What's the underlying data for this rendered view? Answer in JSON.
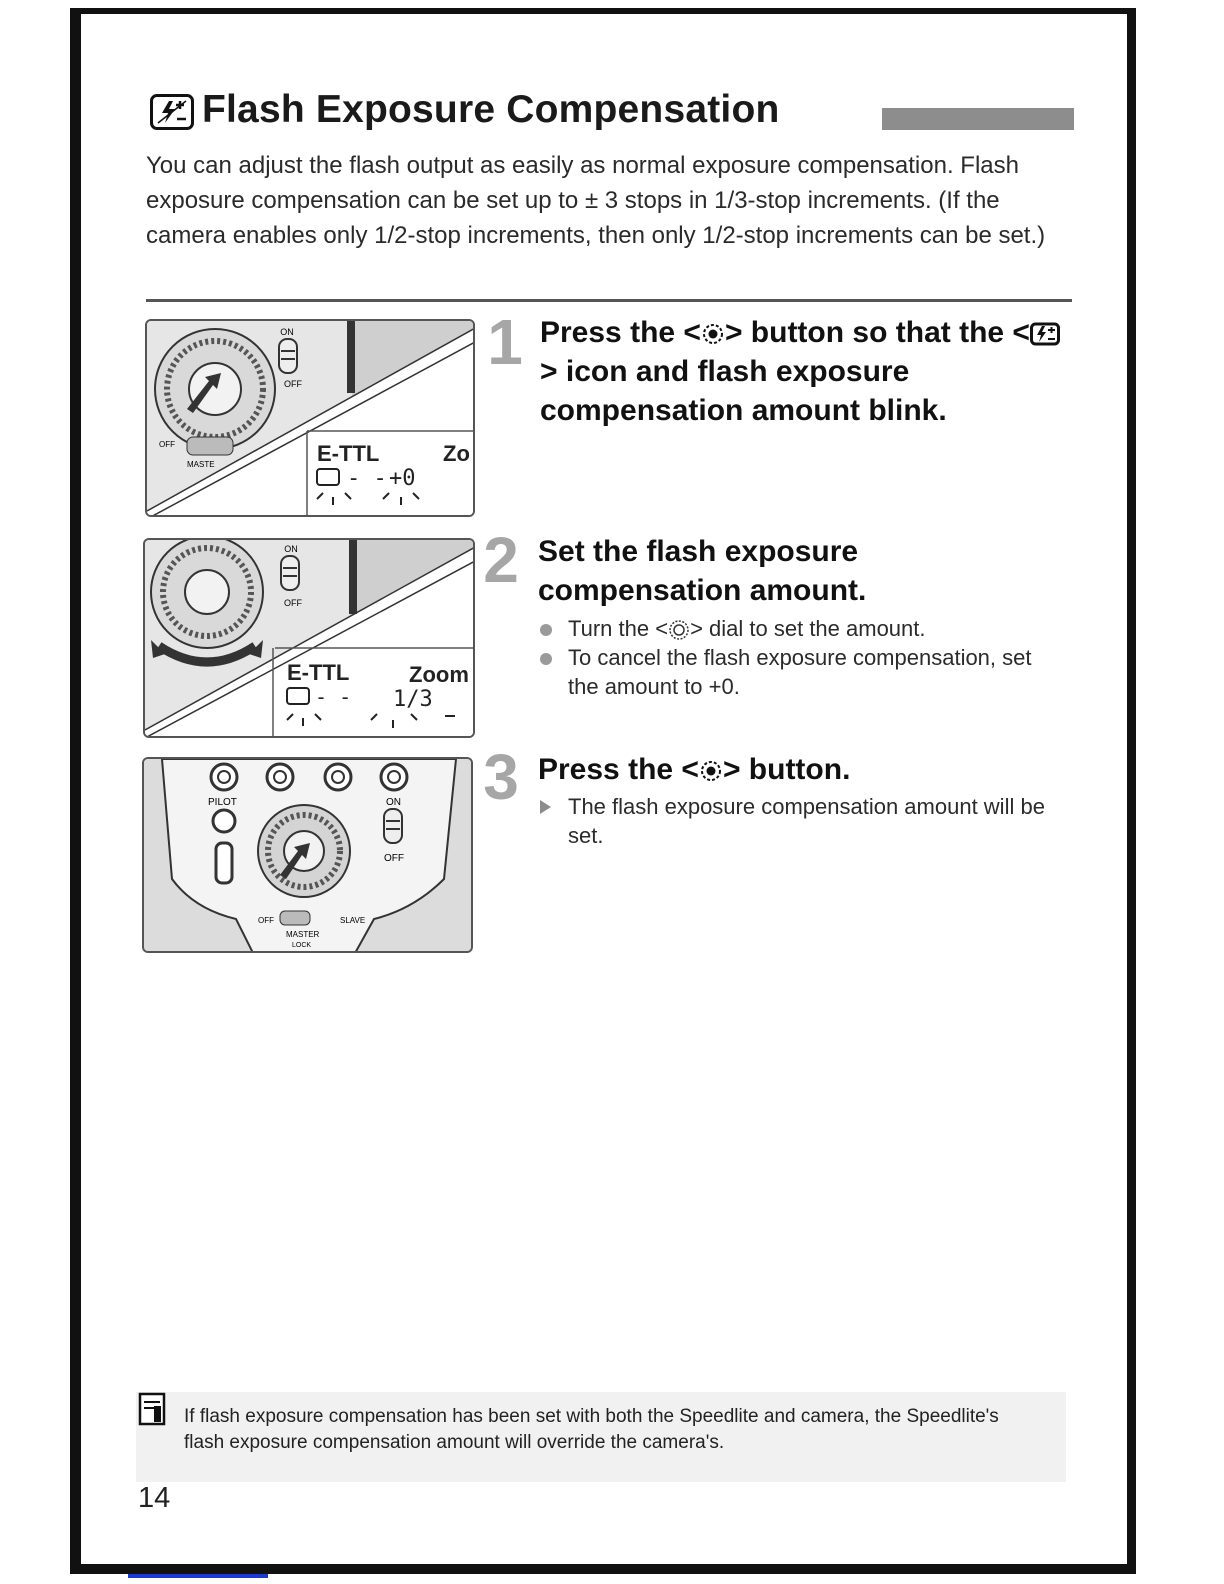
{
  "title": "Flash Exposure Compensation",
  "intro": "You can adjust the flash output as easily as normal exposure compensation. Flash exposure compensation can be set up to ± 3 stops in 1/3-stop increments. (If the camera enables only 1/2-stop increments, then only 1/2-stop increments can be set.)",
  "steps": [
    {
      "number": "1",
      "heading_a": "Press the <",
      "heading_b": "> button so that the <",
      "heading_c": "> icon and flash exposure compensation amount blink.",
      "figure_lcd": {
        "mode": "E-TTL",
        "zoom": "Zo",
        "value": "+0"
      }
    },
    {
      "number": "2",
      "heading": "Set the flash exposure compensation amount.",
      "bullets": [
        {
          "a": "Turn the <",
          "b": "> dial to set the amount."
        },
        {
          "a": "To cancel the flash exposure compensation, set the amount to +0.",
          "b": ""
        }
      ],
      "figure_lcd": {
        "mode": "E-TTL",
        "zoom": "Zoom",
        "value": "1/3"
      }
    },
    {
      "number": "3",
      "heading_a": "Press the <",
      "heading_b": "> button.",
      "result": "The flash exposure compensation amount will be set.",
      "figure_labels": {
        "pilot": "PILOT",
        "on": "ON",
        "off": "OFF",
        "off_left": "OFF",
        "slave": "SLAVE",
        "master": "MASTER",
        "lock": "LOCK"
      }
    }
  ],
  "switch_labels": {
    "on": "ON",
    "off": "OFF",
    "off_left": "OFF",
    "master": "MASTE"
  },
  "note": "If flash exposure compensation has been set with both the Speedlite and camera, the Speedlite's flash exposure compensation amount will override the camera's.",
  "page_number": "14",
  "colors": {
    "frame": "#111111",
    "step_number": "#a6a6a6",
    "header_bar": "#8d8d8d",
    "note_bg": "#f1f1f1"
  },
  "icons": [
    "flash-exposure-compensation-icon",
    "select-set-button-icon",
    "dial-icon",
    "memo-note-icon"
  ]
}
